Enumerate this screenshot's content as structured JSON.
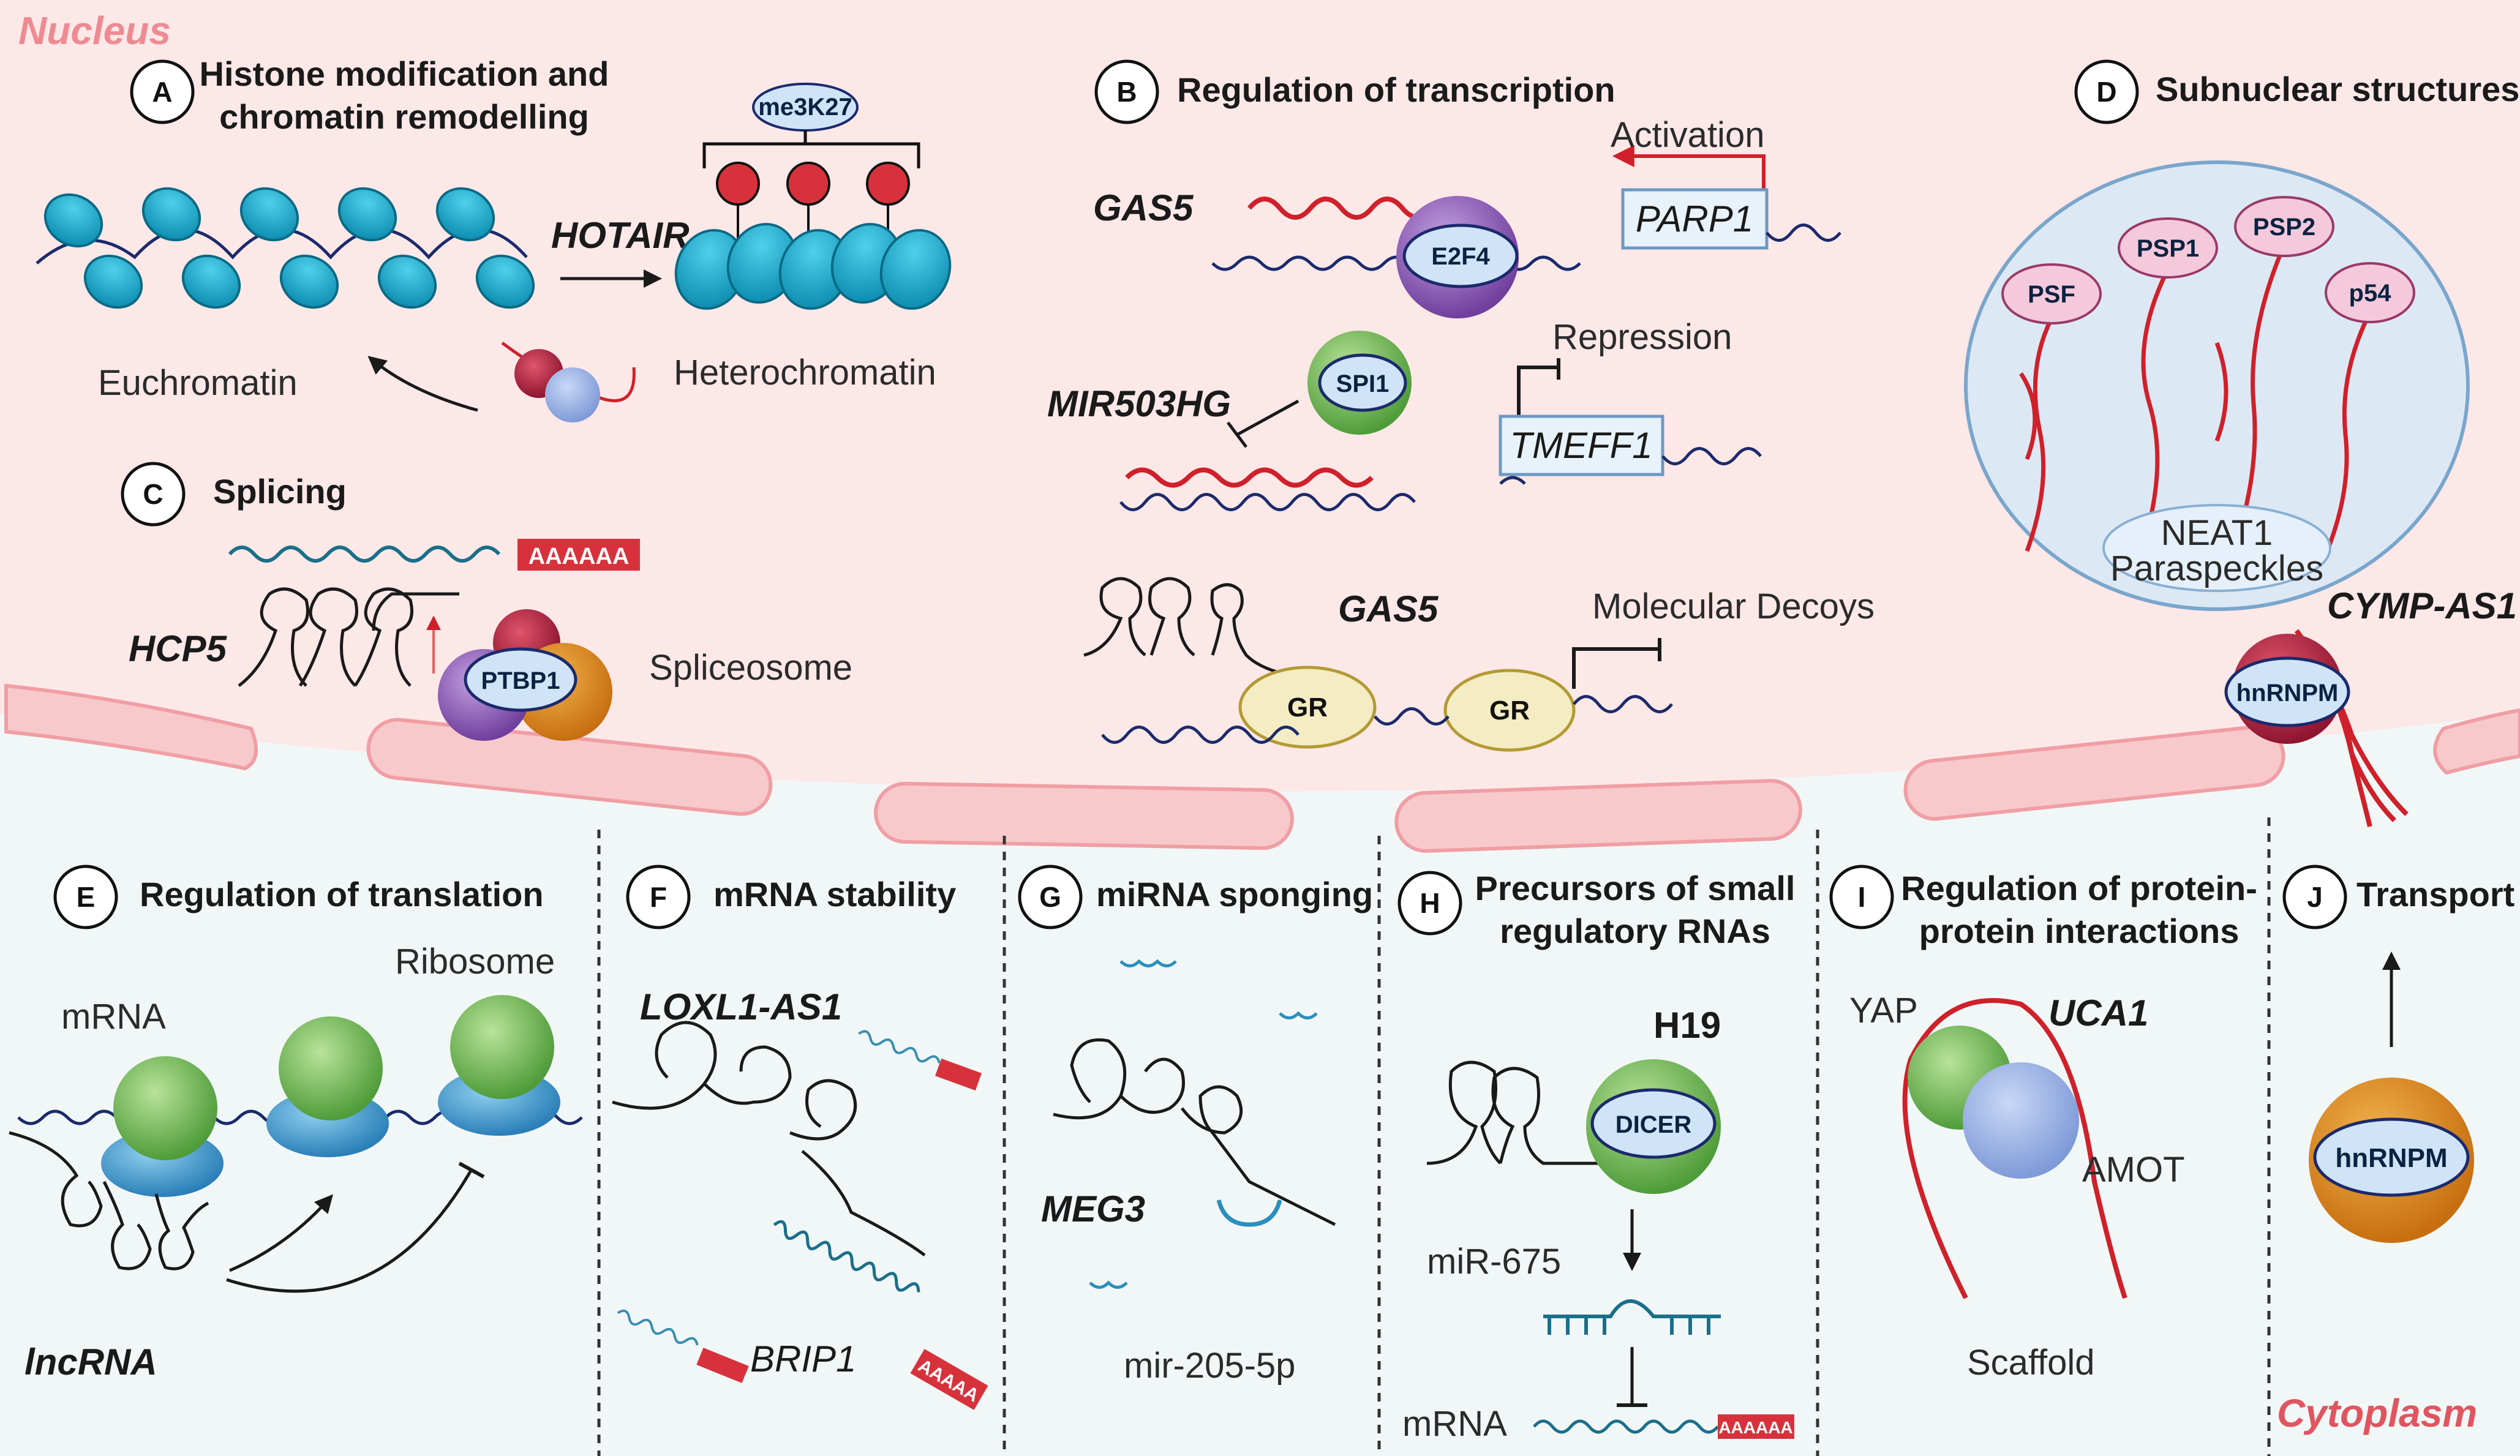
{
  "regions": {
    "nucleus": "Nucleus",
    "cytoplasm": "Cytoplasm"
  },
  "colors": {
    "nucleus_bg": "#fde8e8",
    "cytoplasm_bg": "#f1f7f7",
    "rna_red": "#d0202a",
    "dna_navy": "#1b2a6b",
    "nucleosome": "#1aa5c8",
    "membrane": "#f3b6b9"
  },
  "panels": {
    "A": {
      "letter": "A",
      "title_line1": "Histone modification and",
      "title_line2": "chromatin remodelling",
      "mark": "me3K27",
      "lnc": "HOTAIR",
      "left_label": "Euchromatin",
      "right_label": "Heterochromatin"
    },
    "B": {
      "letter": "B",
      "title": "Regulation of transcription",
      "gas5": "GAS5",
      "e2f4": "E2F4",
      "activation": "Activation",
      "parp1": "PARP1",
      "mir503": "MIR503HG",
      "spi1": "SPI1",
      "repression": "Repression",
      "tmeff1": "TMEFF1",
      "gas5_decoy": "GAS5",
      "gr1": "GR",
      "gr2": "GR",
      "decoys": "Molecular Decoys"
    },
    "C": {
      "letter": "C",
      "title": "Splicing",
      "polya": "AAAAAA",
      "lnc": "HCP5",
      "ptbp1": "PTBP1",
      "spliceosome": "Spliceosome"
    },
    "D": {
      "letter": "D",
      "title": "Subnuclear structures",
      "psf": "PSF",
      "psp1": "PSP1",
      "psp2": "PSP2",
      "p54": "p54",
      "neat1_line1": "NEAT1",
      "neat1_line2": "Paraspeckles",
      "cymp": "CYMP-AS1",
      "hnrnpm": "hnRNPM"
    },
    "E": {
      "letter": "E",
      "title": "Regulation of translation",
      "mrna": "mRNA",
      "ribosome": "Ribosome",
      "lnc": "lncRNA"
    },
    "F": {
      "letter": "F",
      "title": "mRNA stability",
      "lnc": "LOXL1-AS1",
      "target": "BRIP1",
      "polya": "AAAAA"
    },
    "G": {
      "letter": "G",
      "title": "miRNA sponging",
      "lnc": "MEG3",
      "mirna": "mir-205-5p"
    },
    "H": {
      "letter": "H",
      "title_line1": "Precursors of small",
      "title_line2": "regulatory RNAs",
      "lnc": "H19",
      "dicer": "DICER",
      "mirna": "miR-675",
      "mrna": "mRNA",
      "polya": "AAAAAA"
    },
    "I": {
      "letter": "I",
      "title_line1": "Regulation of protein-",
      "title_line2": "protein interactions",
      "yap": "YAP",
      "lnc": "UCA1",
      "amot": "AMOT",
      "scaffold": "Scaffold"
    },
    "J": {
      "letter": "J",
      "title": "Transport",
      "hnrnpm": "hnRNPM"
    }
  }
}
